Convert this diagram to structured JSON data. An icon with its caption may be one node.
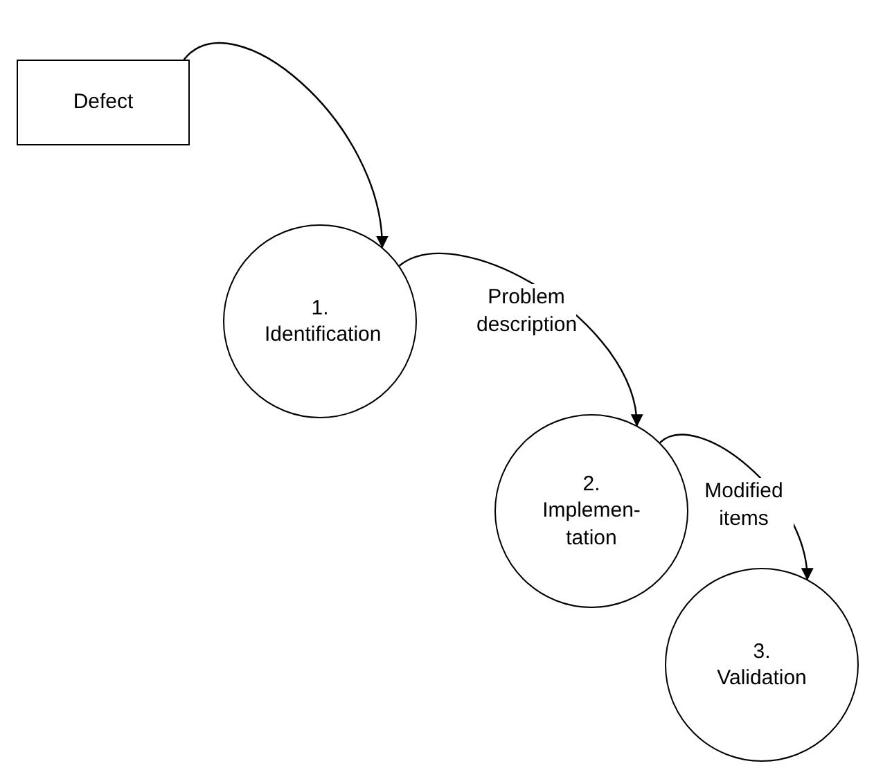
{
  "diagram": {
    "nodes": [
      {
        "text": [
          "Defect"
        ]
      },
      {
        "text": [
          "1. Identification"
        ]
      },
      {
        "text": [
          "2. Implemen-tation"
        ]
      },
      {
        "text": [
          "3. Validation"
        ]
      }
    ],
    "edges": [
      {
        "from": 0,
        "to": 1,
        "arrow": "to"
      },
      {
        "from": 1,
        "to": 2,
        "arrow": "to",
        "label": "Problem description"
      },
      {
        "from": 2,
        "to": 3,
        "arrow": "to",
        "label": "Modified items"
      }
    ]
  }
}
